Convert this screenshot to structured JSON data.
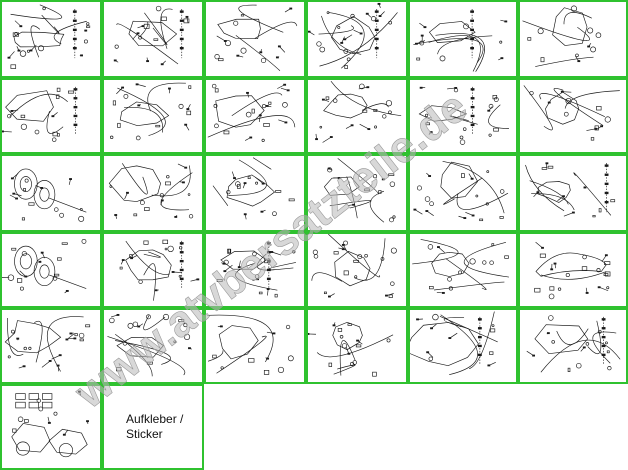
{
  "catalog": {
    "rows": [
      [
        {
          "id": "engine-assembly",
          "kind": "engine"
        },
        {
          "id": "cable-bracket",
          "kind": "cables"
        },
        {
          "id": "throttle-lever",
          "kind": "lever"
        },
        {
          "id": "frame-body",
          "kind": "frame"
        },
        {
          "id": "rear-swing-arm",
          "kind": "arm"
        },
        {
          "id": "front-steering",
          "kind": "steer"
        }
      ],
      [
        {
          "id": "exhaust-system",
          "kind": "exhaust"
        },
        {
          "id": "gear-shift-rod",
          "kind": "rod"
        },
        {
          "id": "brake-pedal",
          "kind": "pedal"
        },
        {
          "id": "brake-hose",
          "kind": "hose"
        },
        {
          "id": "front-suspension",
          "kind": "susp"
        },
        {
          "id": "rear-hub",
          "kind": "hub"
        }
      ],
      [
        {
          "id": "front-wheel",
          "kind": "wheel"
        },
        {
          "id": "steering-shaft",
          "kind": "shaft"
        },
        {
          "id": "handlebar-controls",
          "kind": "handle"
        },
        {
          "id": "front-brake-line",
          "kind": "brakeline"
        },
        {
          "id": "rear-brake-line",
          "kind": "brakeline2"
        },
        {
          "id": "rear-axle",
          "kind": "axle"
        }
      ],
      [
        {
          "id": "rear-wheel",
          "kind": "wheel2"
        },
        {
          "id": "front-fender",
          "kind": "fender"
        },
        {
          "id": "body-cover",
          "kind": "cover"
        },
        {
          "id": "rear-rack",
          "kind": "rack"
        },
        {
          "id": "rear-fender",
          "kind": "rfender"
        },
        {
          "id": "seat",
          "kind": "seat"
        }
      ],
      [
        {
          "id": "wiring-harness",
          "kind": "wiring"
        },
        {
          "id": "electrical-box",
          "kind": "elec"
        },
        {
          "id": "headlight-bracket",
          "kind": "light"
        },
        {
          "id": "main-harness",
          "kind": "harness"
        },
        {
          "id": "battery-parts",
          "kind": "battery"
        },
        {
          "id": "switches-small-parts",
          "kind": "small"
        }
      ],
      [
        {
          "id": "tool-kit-decals",
          "kind": "decals"
        },
        {
          "id": "sticker",
          "kind": "sticker",
          "label": "Aufkleber /\nSticker"
        }
      ]
    ]
  },
  "watermark": {
    "text": "www.atvbersatzteile.de",
    "color": "#b8b8b8"
  },
  "colors": {
    "cell_border": "#2fc22f",
    "line_art": "#1a1a1a"
  }
}
